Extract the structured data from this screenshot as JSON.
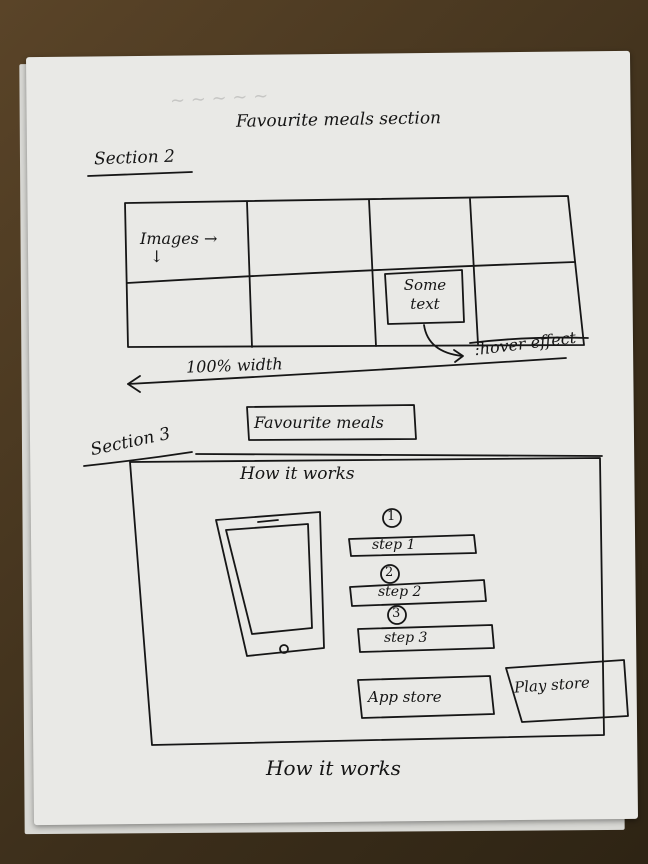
{
  "page": {
    "title": "Favourite meals section"
  },
  "section2": {
    "label": "Section 2",
    "images_note": "Images →",
    "images_arrow": "↓",
    "some_text": "Some text",
    "hover_note": ":hover effect",
    "width_note": "100% width",
    "favourite_meals": "Favourite meals"
  },
  "section3": {
    "label": "Section 3",
    "heading": "How it works",
    "steps": [
      {
        "number": "1",
        "label": "step 1"
      },
      {
        "number": "2",
        "label": "step 2"
      },
      {
        "number": "3",
        "label": "step 3"
      }
    ],
    "app_store": "App store",
    "play_store": "Play store",
    "footer": "How it works"
  }
}
